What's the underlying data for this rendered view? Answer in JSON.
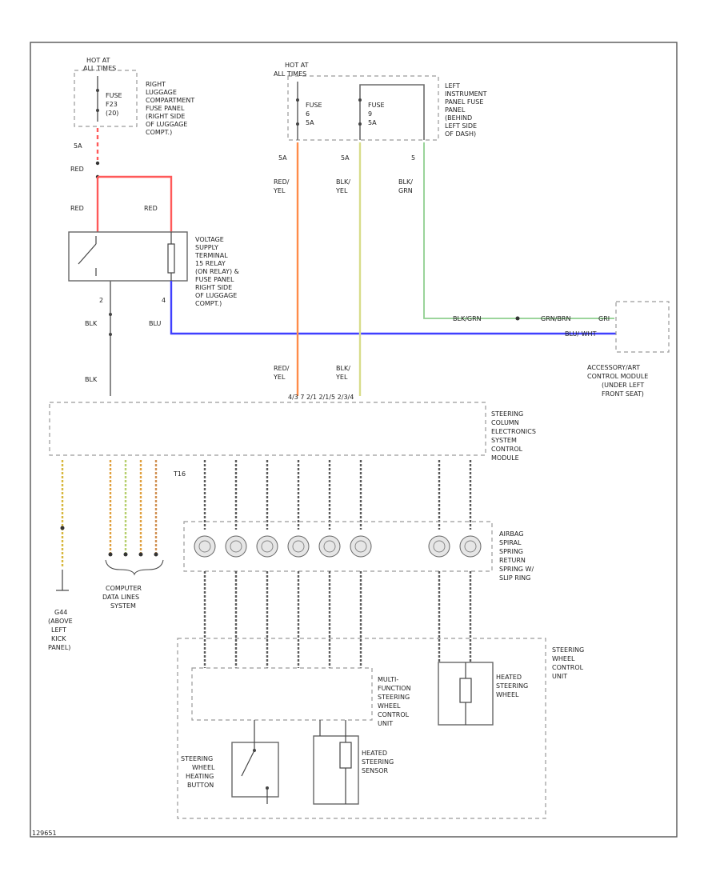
{
  "colors": {
    "red": "#ff5a5a",
    "red_yel": "#ff8c4a",
    "blk_yel": "#d8dc8a",
    "blk_grn": "#8fcf8f",
    "blue": "#4040ff",
    "dark": "#444444"
  },
  "fuses": {
    "fuse1": {
      "hot_at": [
        "HOT AT",
        "ALL TIMES"
      ],
      "fuse": [
        "FUSE",
        "F23",
        "(20)"
      ],
      "desc": [
        "RIGHT",
        "LUGGAGE",
        "COMPARTMENT",
        "FUSE PANEL",
        "(RIGHT SIDE",
        "OF LUGGAGE",
        "COMPT.)"
      ]
    },
    "fuse2": {
      "hot_at": [
        "HOT AT",
        "ALL TIMES"
      ],
      "fuse_a": [
        "FUSE",
        "6",
        "5A"
      ],
      "fuse_b": [
        "FUSE",
        "9",
        "5A"
      ],
      "desc": [
        "LEFT",
        "INSTRUMENT",
        "PANEL FUSE",
        "PANEL",
        "(BEHIND",
        "LEFT SIDE",
        "OF DASH)"
      ]
    }
  },
  "wires": {
    "w1_size": "5A",
    "w1_red_a": "RED",
    "w1_red_b": "RED",
    "w1_red_c": "RED",
    "relay_pin_a": "2",
    "relay_pin_b": "4",
    "relay_blk_a": "BLK",
    "relay_blk_b": "BLK",
    "relay_blu": "BLU",
    "size_a": "5A",
    "size_b": "5A",
    "size_c": "5",
    "red_yel_top": [
      "RED/",
      "YEL"
    ],
    "blk_yel_top": [
      "BLK/",
      "YEL"
    ],
    "blk_grn_top": [
      "BLK/",
      "GRN"
    ],
    "red_yel_bot": [
      "RED/",
      "YEL"
    ],
    "blk_yel_bot": [
      "BLK/",
      "YEL"
    ],
    "blk_grn_h1": "BLK/GRN",
    "blk_grn_h2": "GRN/BRN",
    "blu_h": "BLU/ WHT",
    "grd_h": "GRI"
  },
  "relay": {
    "desc": [
      "VOLTAGE",
      "SUPPLY",
      "TERMINAL",
      "15 RELAY",
      "(ON RELAY) &",
      "FUSE PANEL",
      "RIGHT SIDE",
      "OF LUGGAGE",
      "COMPT.)"
    ]
  },
  "accessory": {
    "desc": [
      "ACCESSORY/ART",
      "CONTROL MODULE",
      "(UNDER LEFT",
      "FRONT SEAT)"
    ]
  },
  "steering_module": {
    "desc": [
      "STEERING",
      "COLUMN",
      "ELECTRONICS",
      "SYSTEM",
      "CONTROL",
      "MODULE"
    ],
    "pin": "T16",
    "top_pins": "4/3  7 2/1 2/1/5 2/3/4"
  },
  "spiral": {
    "desc": [
      "AIRBAG",
      "SPIRAL",
      "SPRING",
      "RETURN",
      "SPRING W/",
      "SLIP RING"
    ]
  },
  "ground": {
    "desc": [
      "G44",
      "(ABOVE",
      "LEFT",
      "KICK",
      "PANEL)"
    ]
  },
  "data_lines": {
    "desc": [
      "COMPUTER",
      "DATA LINES",
      "SYSTEM"
    ]
  },
  "steering_wheel_unit": {
    "desc": [
      "STEERING",
      "WHEEL",
      "CONTROL",
      "UNIT"
    ]
  },
  "heated_wheel": {
    "desc": [
      "HEATED",
      "STEERING",
      "WHEEL"
    ]
  },
  "multifunction": {
    "desc": [
      "MULTI-",
      "FUNCTION",
      "STEERING",
      "WHEEL",
      "CONTROL",
      "UNIT"
    ]
  },
  "heated_sensor": {
    "desc": [
      "HEATED",
      "STEERING",
      "SENSOR"
    ]
  },
  "heating_button": {
    "desc": [
      "STEERING",
      "WHEEL",
      "HEATING",
      "BUTTON"
    ]
  },
  "figure_id": "129651"
}
